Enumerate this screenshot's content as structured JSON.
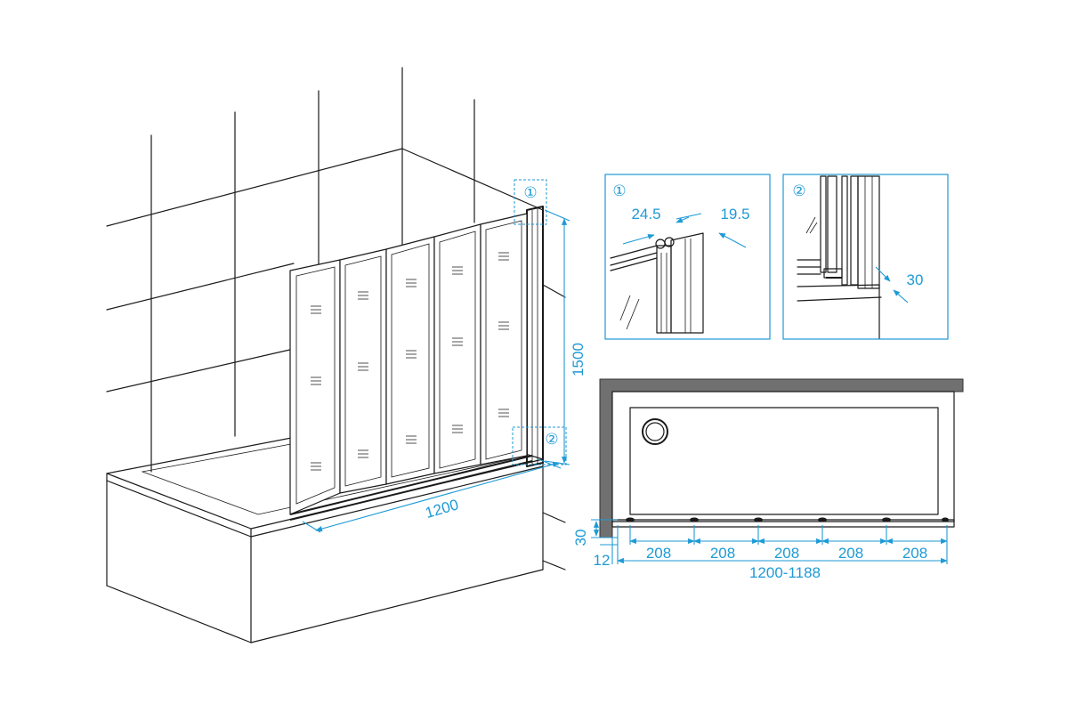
{
  "colors": {
    "dimension": "#1e9ad6",
    "line": "#1a1a1a",
    "wall_fill": "#707070"
  },
  "perspective": {
    "width_label": "1200",
    "height_label": "1500",
    "callout_1": "①",
    "callout_2": "②"
  },
  "detail_1": {
    "callout": "①",
    "left_dim": "24.5",
    "right_dim": "19.5"
  },
  "detail_2": {
    "callout": "②",
    "dim": "30"
  },
  "plan": {
    "panel_widths": [
      "208",
      "208",
      "208",
      "208",
      "208"
    ],
    "offset_label": "12",
    "height_label": "30",
    "total_label": "1200-1188"
  }
}
